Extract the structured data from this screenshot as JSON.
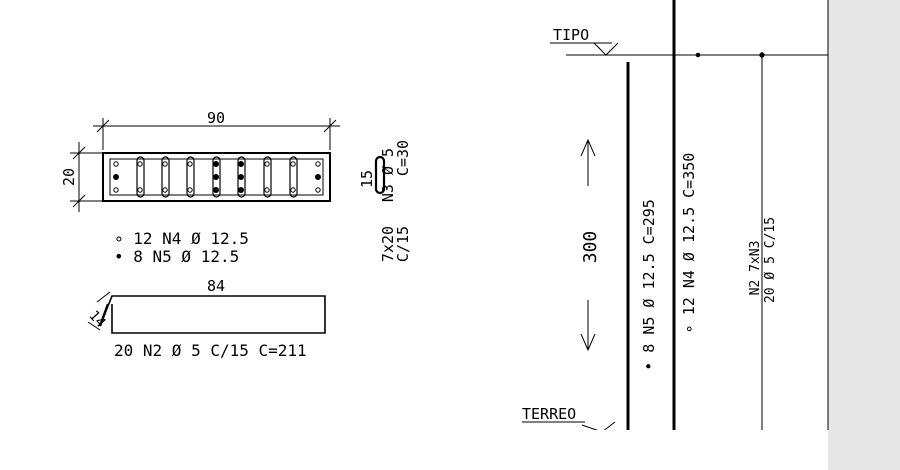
{
  "drawing": {
    "section": {
      "width_dim": "90",
      "height_dim": "20",
      "legend_bars_n4": "∘ 12 N4 Ø 12.5",
      "legend_bars_n5": "• 8 N5 Ø 12.5"
    },
    "stirrup_detail": {
      "length_dim": "15",
      "label_line1": "N3 Ø 5",
      "label_line2": "C=30",
      "label_line3": "7x20",
      "label_line4": "C/15"
    },
    "bent_bar": {
      "length_dim": "84",
      "hook_dim": "14",
      "label": "20 N2 Ø 5 C/15 C=211"
    },
    "elevation": {
      "level_top": "TIPO",
      "level_bottom": "TERREO",
      "height_dim": "300",
      "bar_n5": "• 8 N5 Ø 12.5 C=295",
      "bar_n4": "∘ 12 N4 Ø 12.5 C=350",
      "stirrup_line1": "N2 7xN3",
      "stirrup_line2": "20 Ø 5 C/15"
    }
  },
  "colors": {
    "ink": "#000000",
    "panel": "#e6e6e6",
    "paper": "#ffffff"
  }
}
